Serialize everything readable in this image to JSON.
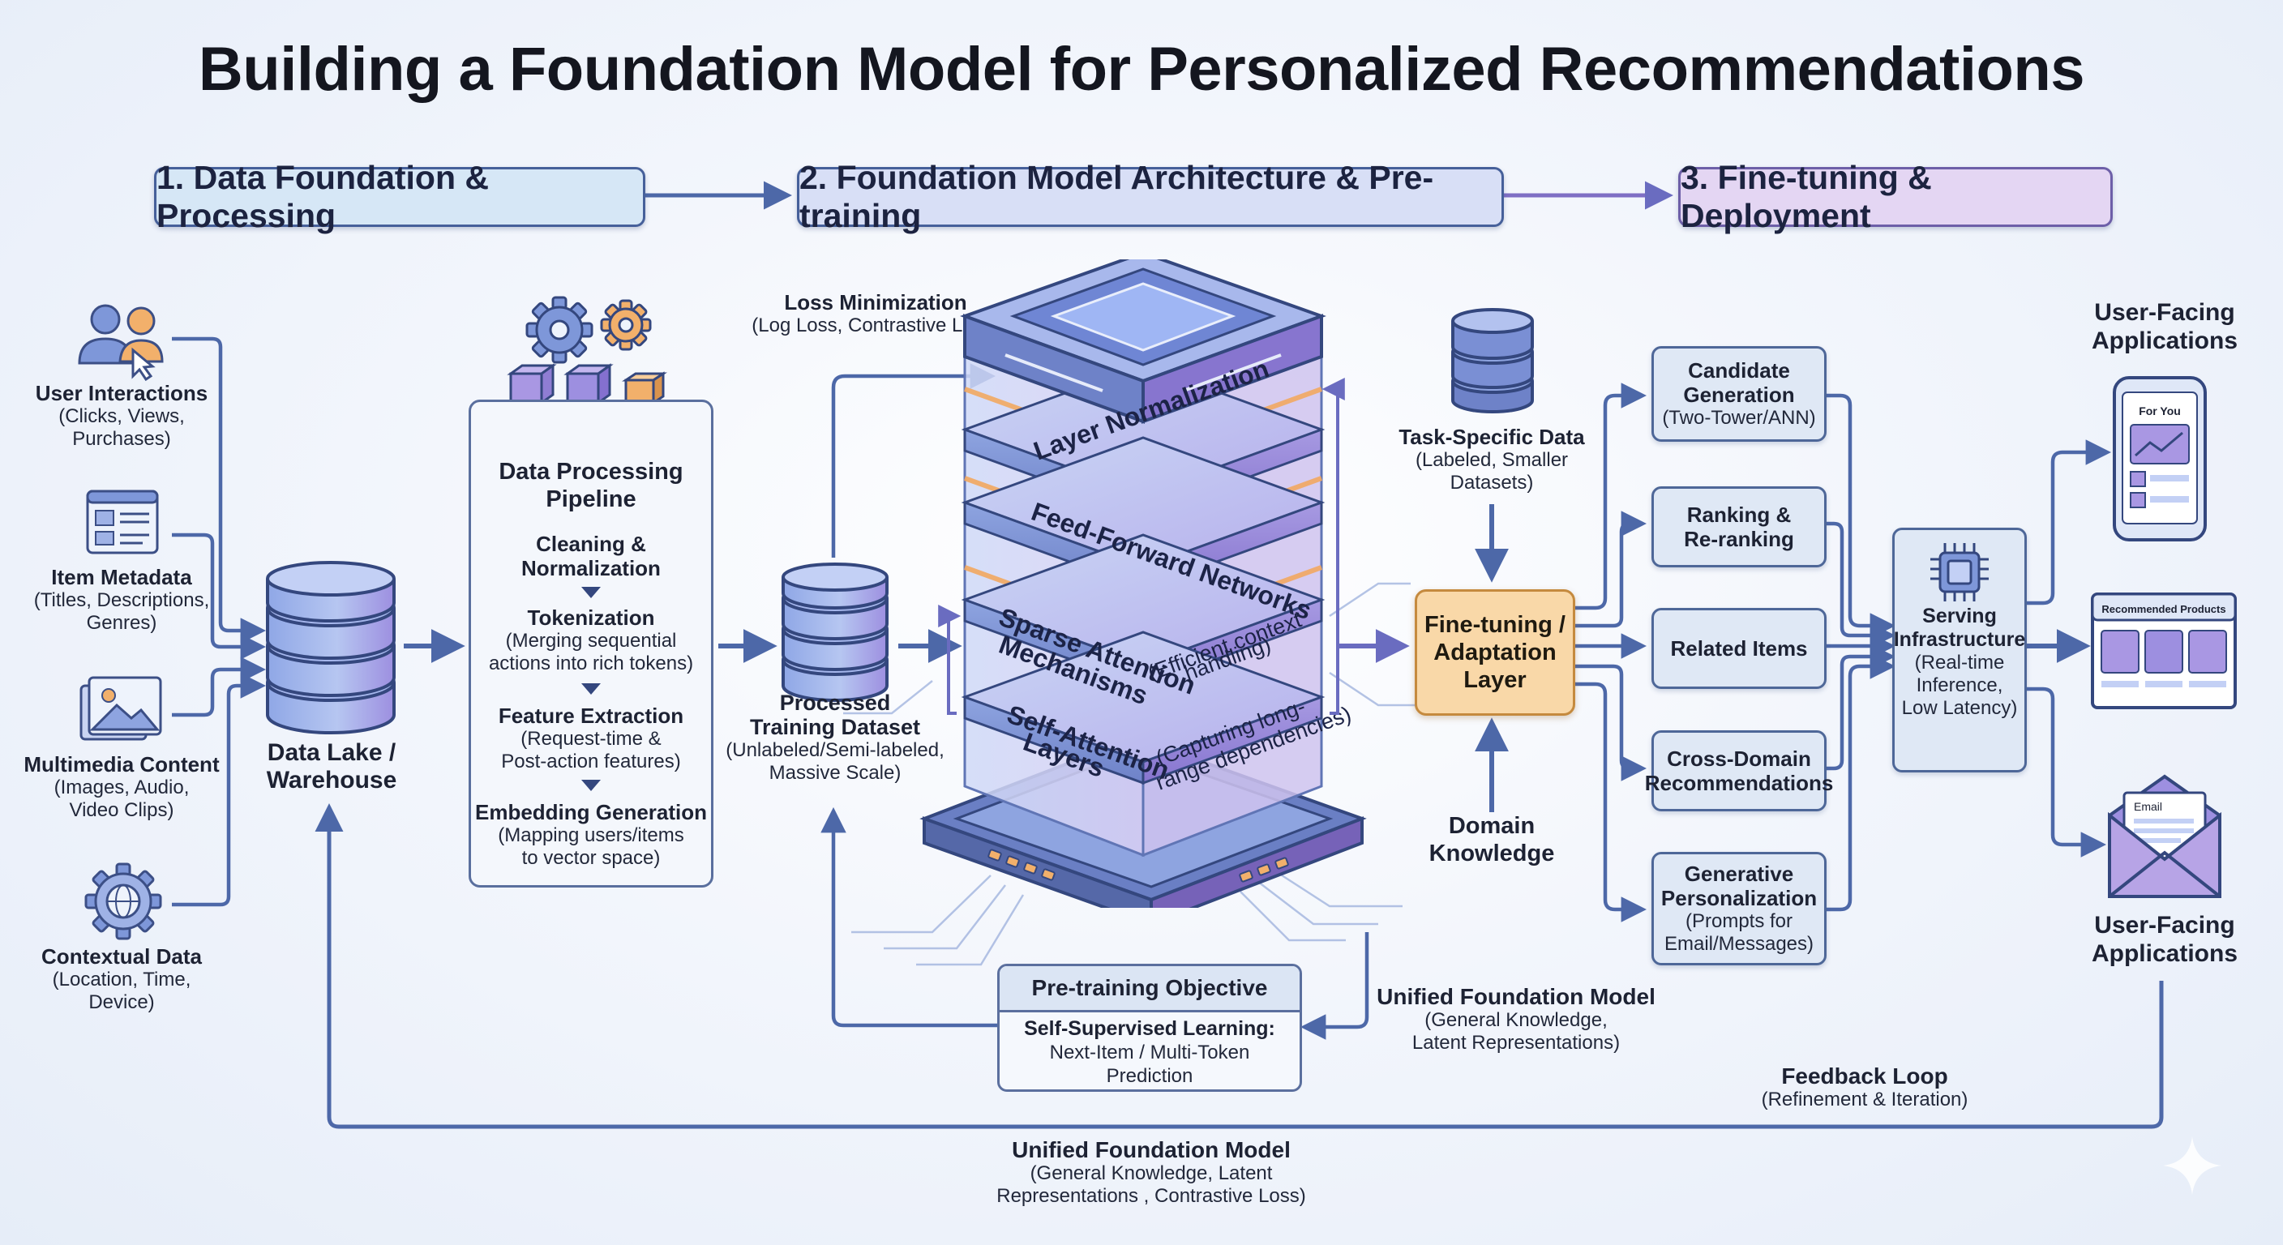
{
  "title": "Building a Foundation Model for Personalized Recommendations",
  "phases": [
    {
      "label": "1. Data Foundation & Processing",
      "color": "#d6e7f6"
    },
    {
      "label": "2. Foundation Model Architecture & Pre-training",
      "color": "#d8dff6"
    },
    {
      "label": "3. Fine-tuning & Deployment",
      "color": "#e4d6f3"
    }
  ],
  "sources": [
    {
      "title": "User Interactions",
      "detail": "(Clicks, Views,",
      "detail2": "Purchases)",
      "icon": "users-icon"
    },
    {
      "title": "Item Metadata",
      "detail": "(Titles, Descriptions,",
      "detail2": "Genres)",
      "icon": "document-icon"
    },
    {
      "title": "Multimedia Content",
      "detail": "(Images, Audio,",
      "detail2": "Video Clips)",
      "icon": "image-icon"
    },
    {
      "title": "Contextual Data",
      "detail": "(Location, Time,",
      "detail2": "Device)",
      "icon": "globe-gear-icon"
    }
  ],
  "data_lake": {
    "line1": "Data Lake /",
    "line2": "Warehouse"
  },
  "pipeline": {
    "title1": "Data Processing",
    "title2": "Pipeline",
    "steps": [
      {
        "title1": "Cleaning &",
        "title2": "Normalization",
        "detail1": "",
        "detail2": ""
      },
      {
        "title1": "Tokenization",
        "title2": "",
        "detail1": "(Merging sequential",
        "detail2": "actions into rich tokens)"
      },
      {
        "title1": "Feature Extraction",
        "title2": "",
        "detail1": "(Request-time &",
        "detail2": "Post-action features)"
      },
      {
        "title1": "Embedding Generation",
        "title2": "",
        "detail1": "(Mapping users/items",
        "detail2": "to vector space)"
      }
    ]
  },
  "processed": {
    "line1": "Processed",
    "line2": "Training Dataset",
    "detail1": "(Unlabeled/Semi-labeled,",
    "detail2": "Massive Scale)"
  },
  "loss": {
    "title": "Loss Minimization",
    "detail": "(Log Loss, Contrastive Loss)"
  },
  "layers": [
    {
      "name": "Layer Normalization",
      "detail1": "",
      "detail2": ""
    },
    {
      "name": "Feed-Forward Networks",
      "detail1": "",
      "detail2": ""
    },
    {
      "name": "Sparse Attention",
      "name2": "Mechanisms",
      "detail1": "(Efficient context",
      "detail2": "handling)"
    },
    {
      "name": "Self-Attention",
      "name2": "Layers",
      "detail1": "(Capturing long-",
      "detail2": "range dependencies)"
    }
  ],
  "pretraining": {
    "head": "Pre-training Objective",
    "line1": "Self-Supervised Learning:",
    "line2": "Next-Item / Multi-Token",
    "line3": "Prediction"
  },
  "unified_mid": {
    "title": "Unified Foundation Model",
    "detail1": "(General Knowledge,",
    "detail2": "Latent Representations)"
  },
  "task_data": {
    "title": "Task-Specific Data",
    "detail1": "(Labeled, Smaller",
    "detail2": "Datasets)"
  },
  "finetune": {
    "line1": "Fine-tuning /",
    "line2": "Adaptation",
    "line3": "Layer"
  },
  "domain": {
    "line1": "Domain",
    "line2": "Knowledge"
  },
  "tasks": [
    {
      "line1": "Candidate",
      "line2": "Generation",
      "line3": "(Two-Tower/ANN)"
    },
    {
      "line1": "Ranking &",
      "line2": "Re-ranking",
      "line3": ""
    },
    {
      "line1": "Related Items",
      "line2": "",
      "line3": ""
    },
    {
      "line1": "Cross-Domain",
      "line2": "Recommendations",
      "line3": ""
    },
    {
      "line1": "Generative",
      "line2": "Personalization",
      "line3": "(Prompts for",
      "line4": "Email/Messages)"
    }
  ],
  "serving": {
    "line1": "Serving",
    "line2": "Infrastructure",
    "detail1": "(Real-time",
    "detail2": "Inference,",
    "detail3": "Low Latency)"
  },
  "apps": {
    "top_label1": "User-Facing",
    "top_label2": "Applications",
    "bottom_label1": "User-Facing",
    "bottom_label2": "Applications",
    "phone_text": "For You",
    "products_text": "Recommended Products",
    "email_text": "Email"
  },
  "feedback": {
    "title": "Feedback Loop",
    "detail": "(Refinement & Iteration)"
  },
  "unified_bottom": {
    "title": "Unified Foundation Model",
    "detail1": "(General Knowledge, Latent",
    "detail2": "Representations , Contrastive Loss)"
  },
  "colors": {
    "arrow": "#4d68a8",
    "accent_orange": "#f2b06b",
    "stack_blue": "#7d93d6",
    "stack_purple": "#b7a4e6"
  }
}
